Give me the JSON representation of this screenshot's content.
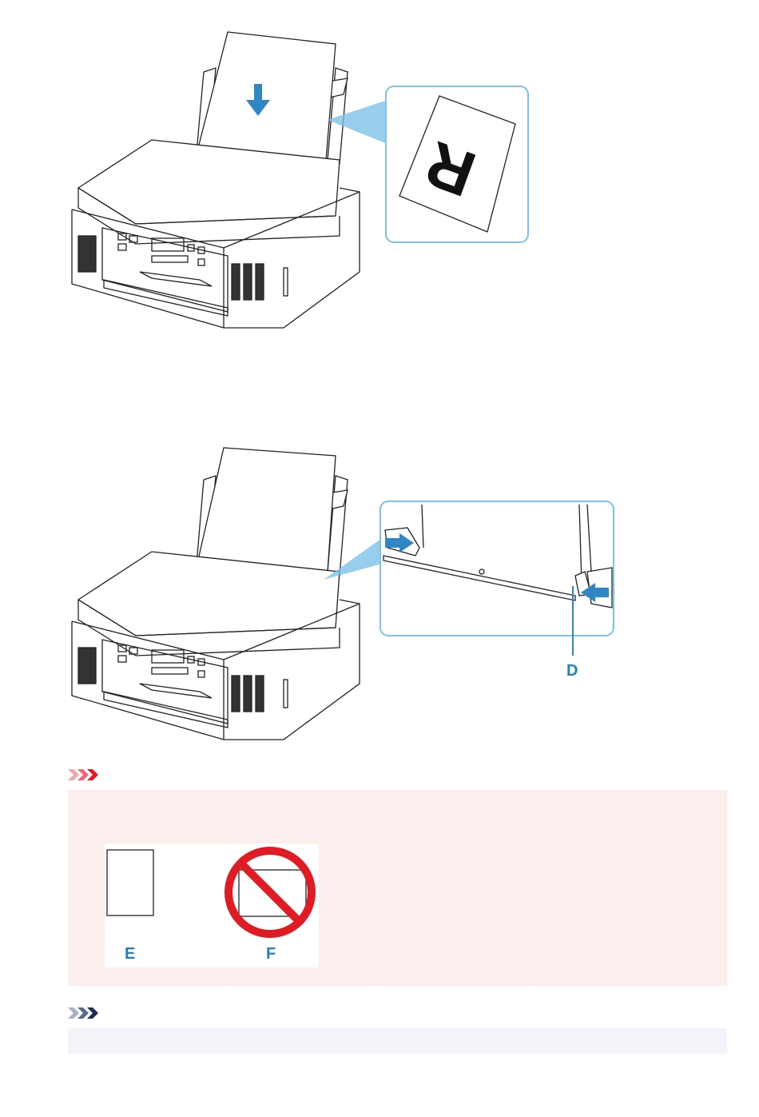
{
  "figure1": {
    "paper_letter": "R",
    "arrow_color": "#2f86c4",
    "callout_border_color": "#7ec2e8"
  },
  "figure2": {
    "label_d": "D",
    "arrow_color": "#2f86c4",
    "callout_border_color": "#7ec2e8"
  },
  "important": {
    "icon": "important-chevrons-icon",
    "icon_color": "#e8384f",
    "background": "#fdeeee",
    "label_e": "E",
    "label_f": "F",
    "prohibit_color": "#e01b24"
  },
  "note": {
    "icon": "note-chevrons-icon",
    "icon_color": "#1c2a5a",
    "background": "#f3f4f9"
  }
}
